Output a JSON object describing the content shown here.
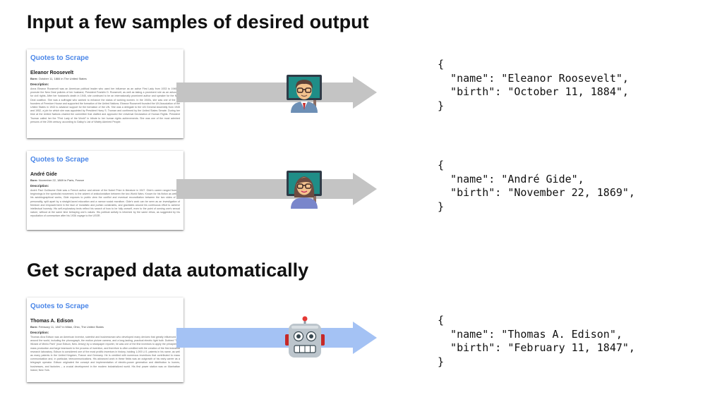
{
  "headings": {
    "input": "Input a few samples of desired output",
    "auto": "Get scraped data automatically"
  },
  "colors": {
    "arrow_gray": "#c4c4c4",
    "arrow_blue": "#a4c2f4",
    "site_title": "#4a86e8"
  },
  "icons": {
    "sample1": "man-teacher-emoji",
    "sample2": "woman-teacher-emoji",
    "result": "robot-face-emoji"
  },
  "samples": [
    {
      "site_title": "Quotes to Scrape",
      "author": "Eleanor Roosevelt",
      "born_label": "Born:",
      "born_value": "October 11, 1884 in The United States",
      "desc_label": "Description:",
      "description": "Anna Eleanor Roosevelt was an American political leader who used her influence as an active First Lady from 1933 to 1945 to promote the New Deal policies of her husband, President Franklin D. Roosevelt, as well as taking a prominent role as an advocate for civil rights. After her husband's death in 1945, she continued to be an internationally prominent author and speaker for the New Deal coalition. She was a suffragist who worked to enhance the status of working women. In the 1940s, she was one of the co-founders of Freedom House and supported the formation of the United Nations. Eleanor Roosevelt founded the UN Association of the United States in 1943 to advance support for the formation of the UN. She was a delegate to the UN General Assembly from 1945 and 1952, a job for which she was appointed by President Harry S. Truman and confirmed by the United States Senate. During her time at the United Nations chaired the committee that drafted and approved the Universal Declaration of Human Rights. President Truman called her the \"First Lady of the World\" in tribute to her human rights achievements. She was one of the most admired persons of the 20th century, according to Gallup's List of Widely Admired People.",
      "json": {
        "open": "{",
        "name_line": "  \"name\": \"Eleanor Roosevelt\",",
        "birth_line": "  \"birth\": \"October 11, 1884\",",
        "close": "}"
      }
    },
    {
      "site_title": "Quotes to Scrape",
      "author": "André Gide",
      "born_label": "Born:",
      "born_value": "November 22, 1869 in Paris, France",
      "desc_label": "Description:",
      "description": "André Paul Guillaume Gide was a French author and winner of the Nobel Prize in literature in 1947. Gide's career ranged from its beginnings in the symbolist movement, to the advent of anticolonialism between the two World Wars. Known for his fiction as well as his autobiographical works, Gide exposes to public view the conflict and eventual reconciliation between the two sides of his personality, split apart by a straight-laced education and a narrow social moralism. Gide's work can be seen as an investigation of freedom and empowerment in the face of moralistic and puritan constraints, and gravitates around his continuous effort to achieve intellectual honesty. His self-exploratory texts reflect his search of how to be fully oneself, even to the point of owning one's sexual nature, without at the same time betraying one's values. His political activity is informed by the same ethos, as suggested by his repudiation of communism after his 1936 voyage to the USSR.",
      "json": {
        "open": "{",
        "name_line": "  \"name\": \"André Gide\",",
        "birth_line": "  \"birth\": \"November 22, 1869\",",
        "close": "}"
      }
    }
  ],
  "result": {
    "site_title": "Quotes to Scrape",
    "author": "Thomas A. Edison",
    "born_label": "Born:",
    "born_value": "February 11, 1847 in Milan, Ohio, The United States",
    "desc_label": "Description:",
    "description": "Thomas Alva Edison was an American inventor, scientist and businessman who developed many devices that greatly influenced life around the world, including the phonograph, the motion picture camera, and a long-lasting, practical electric light bulb. Dubbed \"The Wizard of Menlo Park\" (now Edison, New Jersey) by a newspaper reporter, he was one of the first inventors to apply the principles of mass production and large teamwork to the process of invention, and therefore is often credited with the creation of the first industrial research laboratory. Edison is considered one of the most prolific inventors in history, holding 1,093 U.S. patents in his name, as well as many patents in the United Kingdom, France and Germany. He is credited with numerous inventions that contributed to mass communication and, in particular, telecommunications. His advanced work in these fields was an outgrowth of his early career as a telegraph operator. Edison originated the concept and implementation of electric-power generation and distribution to homes, businesses, and factories – a crucial development in the modern industrialized world. His first power station was on Manhattan Island, New York.",
    "json": {
      "open": "{",
      "name_line": "  \"name\": \"Thomas A. Edison\",",
      "birth_line": "  \"birth\": \"February 11, 1847\",",
      "close": "}"
    }
  }
}
